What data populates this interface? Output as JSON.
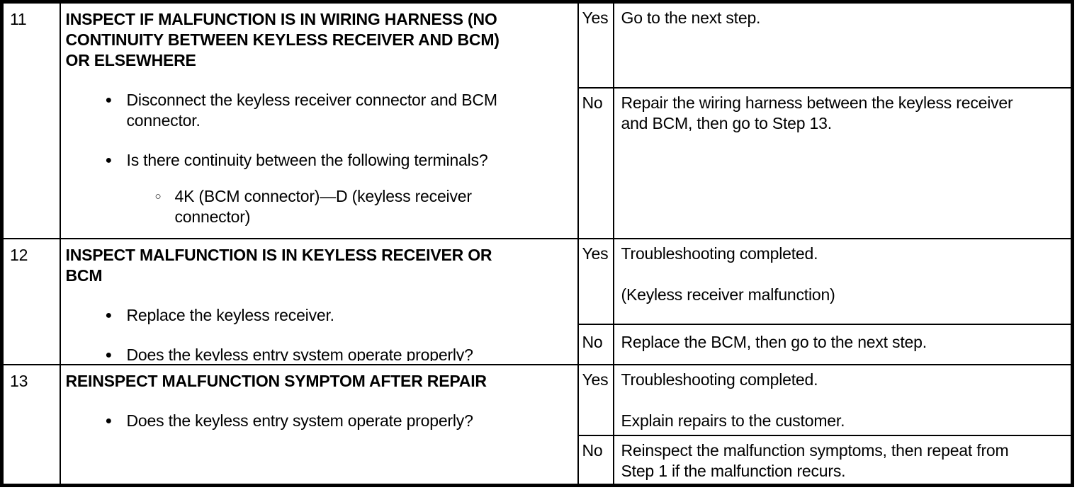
{
  "colors": {
    "background": "#ffffff",
    "text": "#000000",
    "border": "#000000"
  },
  "glyphs": {
    "bullet": "●",
    "sub_bullet": "○"
  },
  "labels": {
    "yes": "Yes",
    "no": "No"
  },
  "steps": [
    {
      "number": "11",
      "heading": "INSPECT IF MALFUNCTION IS IN WIRING HARNESS (NO\nCONTINUITY BETWEEN KEYLESS RECEIVER AND BCM)\nOR ELSEWHERE",
      "bullets": [
        {
          "level": 1,
          "text": "Disconnect the keyless receiver connector and BCM\nconnector."
        },
        {
          "level": 1,
          "text": "Is there continuity between the following terminals?"
        },
        {
          "level": 2,
          "text": "4K (BCM connector)—D (keyless receiver\nconnector)"
        }
      ],
      "yes_lines": [
        "Go to the next step."
      ],
      "no_lines": [
        "Repair the wiring harness between the keyless receiver\nand BCM, then go to Step 13."
      ]
    },
    {
      "number": "12",
      "heading": "INSPECT MALFUNCTION IS IN KEYLESS RECEIVER OR\nBCM",
      "bullets": [
        {
          "level": 1,
          "text": "Replace the keyless receiver."
        },
        {
          "level": 1,
          "text": "Does the keyless entry system operate properly?"
        }
      ],
      "yes_lines": [
        "Troubleshooting completed.",
        "(Keyless receiver malfunction)"
      ],
      "no_lines": [
        "Replace the BCM, then go to the next step."
      ]
    },
    {
      "number": "13",
      "heading": "REINSPECT MALFUNCTION SYMPTOM AFTER REPAIR",
      "bullets": [
        {
          "level": 1,
          "text": "Does the keyless entry system operate properly?"
        }
      ],
      "yes_lines": [
        "Troubleshooting completed.",
        "Explain repairs to the customer."
      ],
      "no_lines": [
        "Reinspect the malfunction symptoms, then repeat from\nStep 1 if the malfunction recurs."
      ]
    }
  ]
}
